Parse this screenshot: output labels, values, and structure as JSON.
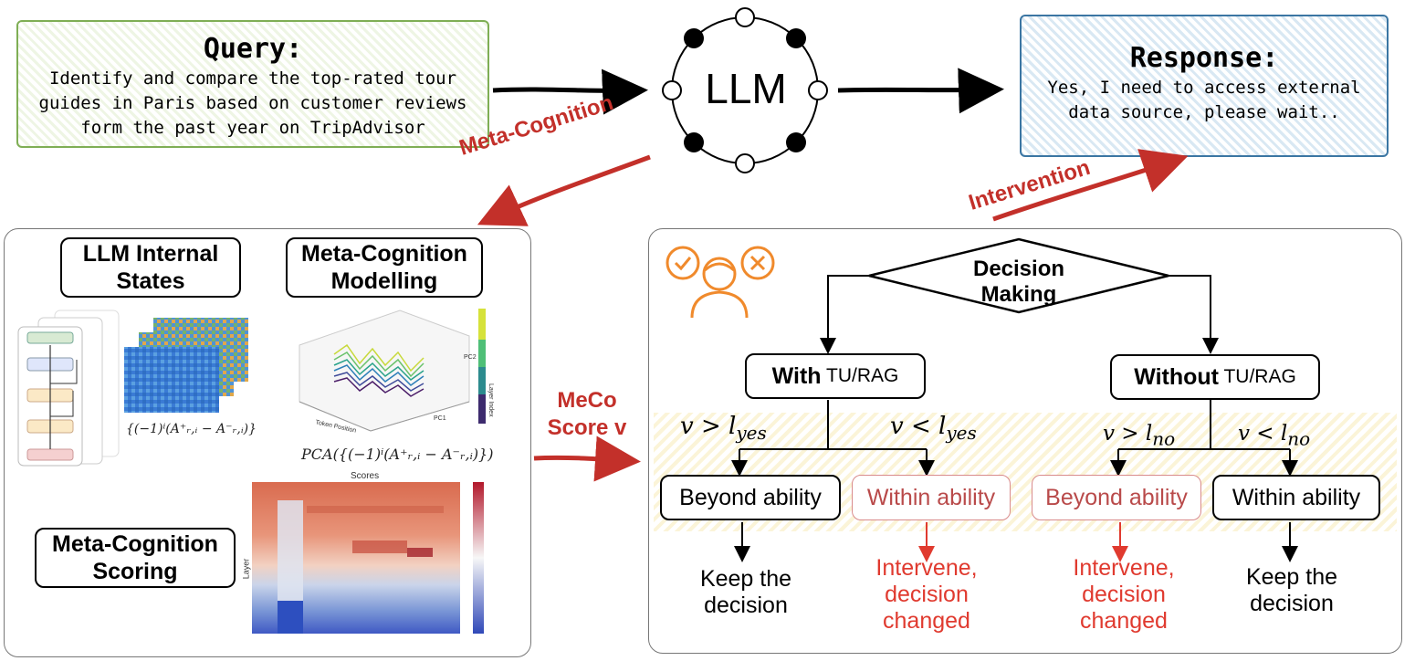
{
  "query": {
    "title": "Query:",
    "line1": "Identify and compare the top-rated tour",
    "line2": "guides in Paris based on customer reviews",
    "line3": "form the past year on TripAdvisor"
  },
  "llm": {
    "label": "LLM"
  },
  "response": {
    "title": "Response:",
    "line1": "Yes, I need to access external",
    "line2": "data source, please wait.."
  },
  "arrows": {
    "meta_cognition": "Meta-Cognition",
    "intervention": "Intervention",
    "meco_line1": "MeCo",
    "meco_line2": "Score v"
  },
  "left_panel": {
    "internal_states": "LLM Internal States",
    "modelling": "Meta-Cognition Modelling",
    "scoring": "Meta-Cognition Scoring",
    "formula1": "{(−1)ⁱ(A⁺ᵣ,ᵢ − A⁻ᵣ,ᵢ)}",
    "formula2": "PCA({(−1)ⁱ(A⁺ᵣ,ᵢ − A⁻ᵣ,ᵢ)})",
    "pca_axis_x": "Token Position",
    "pca_axis_y": "PC2",
    "pca_axis_z": "PC1",
    "colorbar_label": "Layer Index",
    "heatmap_title": "Scores",
    "heatmap_ylabel": "Layer"
  },
  "right_panel": {
    "decision": "Decision Making",
    "with_bold": "With",
    "with_rest": " TU/RAG",
    "without_bold": "Without",
    "without_rest": " TU/RAG",
    "cond1_base": "v > l",
    "cond1_sub": "yes",
    "cond2_base": "v < l",
    "cond2_sub": "yes",
    "cond3_base": "v > l",
    "cond3_sub": "no",
    "cond4_base": "v < l",
    "cond4_sub": "no",
    "beyond1": "Beyond ability",
    "within1": "Within ability",
    "beyond2": "Beyond ability",
    "within2": "Within ability",
    "keep1_line1": "Keep the",
    "keep1_line2": "decision",
    "intervene1_line1": "Intervene,",
    "intervene1_line2": "decision",
    "intervene1_line3": "changed",
    "intervene2_line1": "Intervene,",
    "intervene2_line2": "decision",
    "intervene2_line3": "changed",
    "keep2_line1": "Keep the",
    "keep2_line2": "decision"
  },
  "colors": {
    "query_border": "#7fae55",
    "response_border": "#3b76a3",
    "accent_red": "#c3302a",
    "intervene_red": "#e03a2f",
    "icon_orange": "#f08a2c"
  }
}
